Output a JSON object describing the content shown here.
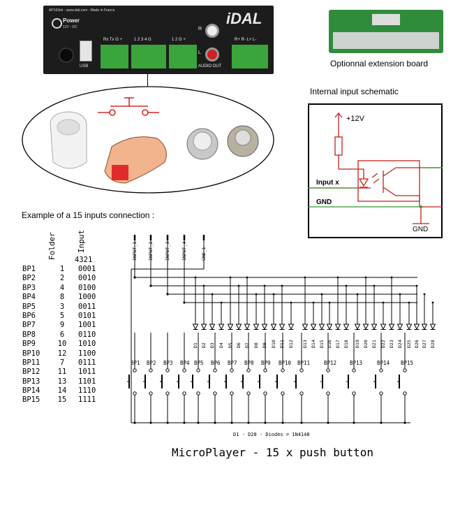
{
  "device": {
    "model": "AP163ml - www.idal.com - Made in France",
    "power_label": "Power",
    "power_spec": "12V - DC",
    "usb_label": "USB",
    "serial_pins": "Rx Tx G +",
    "input_pins": "1 2 3 4 G",
    "output_pins": "1 2 G +",
    "audio_in_r": "R",
    "audio_in_l": "L",
    "audio_out_label": "AUDIO OUT",
    "speaker_pins": "R+ R- L+ L-",
    "brand": "iDAL"
  },
  "extension_board": {
    "caption": "Optionnal extension board"
  },
  "schematic": {
    "title": "Internal input schematic",
    "supply": "+12V",
    "input_label": "Input x",
    "gnd_label": "GND",
    "gnd_symbol_label": "GND"
  },
  "example_title": "Example of a 15 inputs connection :",
  "table": {
    "folder_header": "Folder",
    "input_header": "Input",
    "bits_header": "4321",
    "rows": [
      {
        "bp": "BP1",
        "folder": "1",
        "input": "0001"
      },
      {
        "bp": "BP2",
        "folder": "2",
        "input": "0010"
      },
      {
        "bp": "BP3",
        "folder": "4",
        "input": "0100"
      },
      {
        "bp": "BP4",
        "folder": "8",
        "input": "1000"
      },
      {
        "bp": "BP5",
        "folder": "3",
        "input": "0011"
      },
      {
        "bp": "BP6",
        "folder": "5",
        "input": "0101"
      },
      {
        "bp": "BP7",
        "folder": "9",
        "input": "1001"
      },
      {
        "bp": "BP8",
        "folder": "6",
        "input": "0110"
      },
      {
        "bp": "BP9",
        "folder": "10",
        "input": "1010"
      },
      {
        "bp": "BP10",
        "folder": "12",
        "input": "1100"
      },
      {
        "bp": "BP11",
        "folder": "7",
        "input": "0111"
      },
      {
        "bp": "BP12",
        "folder": "11",
        "input": "1011"
      },
      {
        "bp": "BP13",
        "folder": "13",
        "input": "1101"
      },
      {
        "bp": "BP14",
        "folder": "14",
        "input": "1110"
      },
      {
        "bp": "BP15",
        "folder": "15",
        "input": "1111"
      }
    ]
  },
  "circuit": {
    "inputs": [
      "INPUT_1",
      "INPUT_2",
      "INPUT_3",
      "INPUT_4",
      "GND_1"
    ],
    "buttons": [
      "BP1",
      "BP2",
      "BP3",
      "BP4",
      "BP5",
      "BP6",
      "BP7",
      "BP8",
      "BP9",
      "BP10",
      "BP11",
      "BP12",
      "BP13",
      "BP14",
      "BP15"
    ],
    "diode_labels": [
      "D1",
      "D2",
      "D3",
      "D4",
      "D5",
      "D6",
      "D7",
      "D8",
      "D9",
      "D10",
      "D11",
      "D12",
      "D13",
      "D14",
      "D15",
      "D16",
      "D17",
      "D18",
      "D19",
      "D20",
      "D21",
      "D22",
      "D23",
      "D24",
      "D25",
      "D26",
      "D27",
      "D28"
    ],
    "diode_note": "D1 - D28 - Diodes = 1N4148",
    "title": "MicroPlayer - 15 x push button"
  },
  "colors": {
    "panel": "#1c1c1c",
    "terminal_green": "#3aa53a",
    "schematic_green": "#2e9a2e",
    "schematic_red": "#c0221a",
    "pcb_green": "#2f8c3a"
  }
}
